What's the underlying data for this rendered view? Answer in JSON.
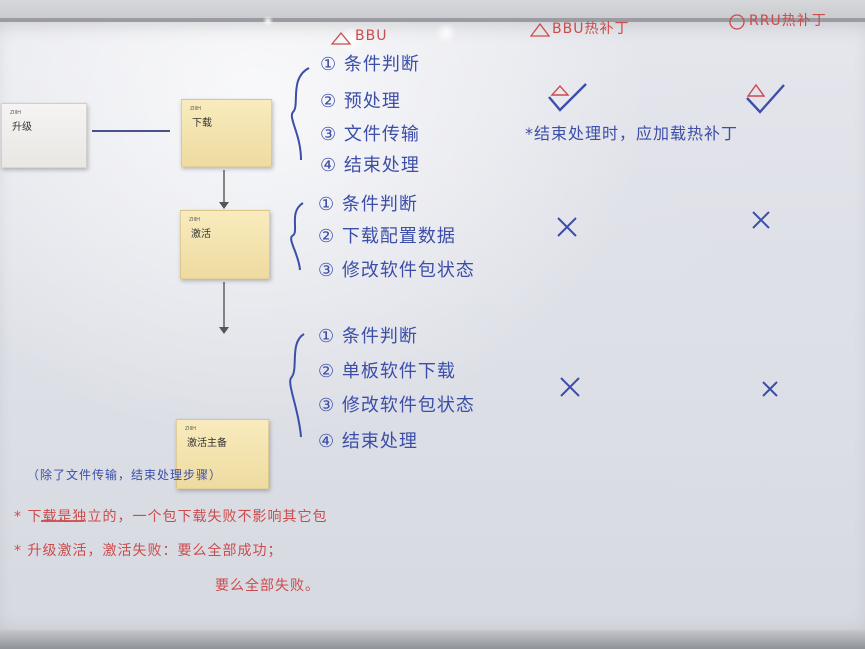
{
  "notes": {
    "upgrade": {
      "brand": "ZIIIH",
      "label": "升级"
    },
    "download": {
      "brand": "ZIIIH",
      "label": "下载"
    },
    "activate": {
      "brand": "ZIIIH",
      "label": "激活"
    },
    "rollback": {
      "brand": "ZIIIH",
      "label": "激活主备"
    }
  },
  "headers": {
    "bbu_steps": "BBU",
    "bbu_patch": "BBU热补丁",
    "rru_patch": "RRU热补丁"
  },
  "download_steps": [
    "① 条件判断",
    "② 预处理",
    "③ 文件传输",
    "④ 结束处理"
  ],
  "activate_steps": [
    "① 条件判断",
    "② 下载配置数据",
    "③ 修改软件包状态"
  ],
  "final_steps": [
    "① 条件判断",
    "② 单板软件下载",
    "③ 修改软件包状态",
    "④ 结束处理"
  ],
  "notes_text": {
    "patch_note": "*结束处理时，应加载热补丁",
    "left_note": "（除了文件传输，结束处理步骤）",
    "note1": "* 下载是独立的，一个包下载失败不影响其它包",
    "note2a": "* 升级激活，激活失败：要么全部成功；",
    "note2b": "要么全部失败。"
  },
  "marks": {
    "check": "✓",
    "cross": "✕",
    "bbu_mark": "4",
    "rru_mark": "1"
  },
  "colors": {
    "board": "#e3e5eb",
    "note": "#f3e3ab",
    "blue_marker": "#3c4ea8",
    "red_marker": "#cc4b4c"
  }
}
